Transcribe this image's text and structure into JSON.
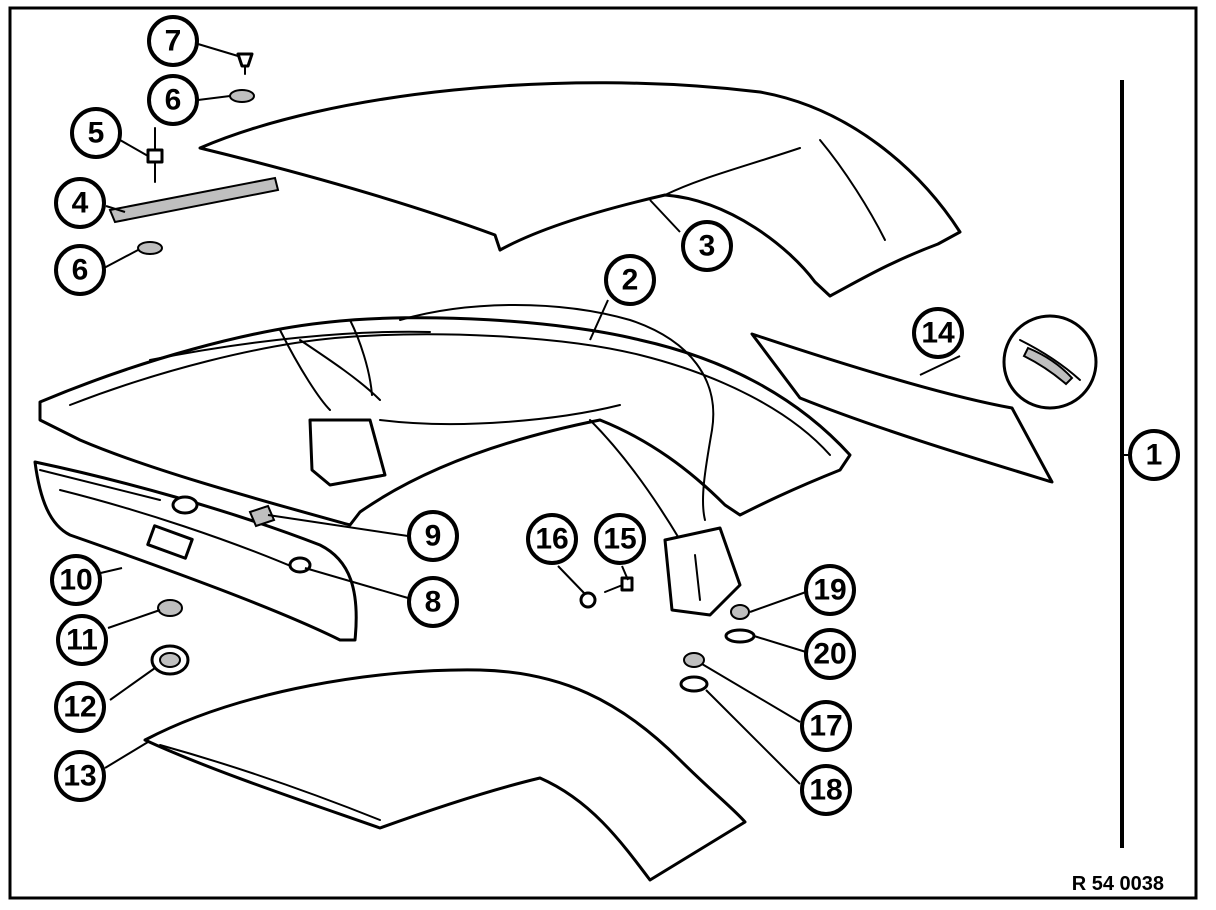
{
  "diagram": {
    "reference_code": "R 54 0038",
    "callouts": [
      {
        "id": "1",
        "label": "1"
      },
      {
        "id": "2",
        "label": "2"
      },
      {
        "id": "3",
        "label": "3"
      },
      {
        "id": "4",
        "label": "4"
      },
      {
        "id": "5",
        "label": "5"
      },
      {
        "id": "6a",
        "label": "6"
      },
      {
        "id": "6b",
        "label": "6"
      },
      {
        "id": "7",
        "label": "7"
      },
      {
        "id": "8",
        "label": "8"
      },
      {
        "id": "9",
        "label": "9"
      },
      {
        "id": "10",
        "label": "10"
      },
      {
        "id": "11",
        "label": "11"
      },
      {
        "id": "12",
        "label": "12"
      },
      {
        "id": "13",
        "label": "13"
      },
      {
        "id": "14",
        "label": "14"
      },
      {
        "id": "15",
        "label": "15"
      },
      {
        "id": "16",
        "label": "16"
      },
      {
        "id": "17",
        "label": "17"
      },
      {
        "id": "18",
        "label": "18"
      },
      {
        "id": "19",
        "label": "19"
      },
      {
        "id": "20",
        "label": "20"
      }
    ]
  }
}
